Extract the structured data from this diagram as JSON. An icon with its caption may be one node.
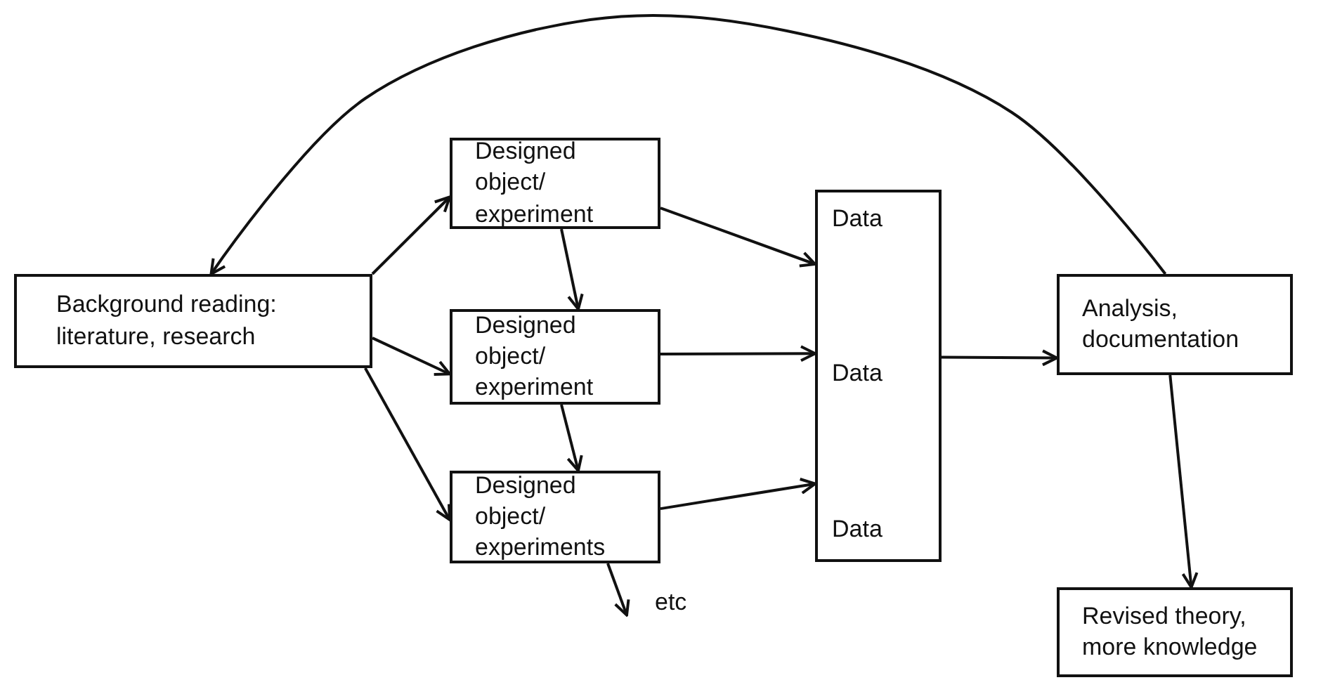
{
  "diagram": {
    "nodes": [
      {
        "text": [
          "Background reading: literature, research"
        ]
      },
      {
        "text": [
          "Designed object/ experiment"
        ]
      },
      {
        "text": [
          "Designed object/ experiment"
        ]
      },
      {
        "text": [
          "Designed object/ experiments"
        ]
      },
      {
        "text": [
          "Data",
          "Data",
          "Data"
        ]
      },
      {
        "text": [
          "Analysis, documentation"
        ]
      },
      {
        "text": [
          "Revised theory, more knowledge"
        ]
      },
      {
        "text": [
          "etc"
        ]
      }
    ],
    "edges": [
      {
        "from": 0,
        "to": 1,
        "arrow": "to"
      },
      {
        "from": 0,
        "to": 2,
        "arrow": "to"
      },
      {
        "from": 0,
        "to": 3,
        "arrow": "to"
      },
      {
        "from": 1,
        "to": 2,
        "arrow": "to"
      },
      {
        "from": 2,
        "to": 3,
        "arrow": "to"
      },
      {
        "from": 3,
        "to": 7,
        "arrow": "to"
      },
      {
        "from": 1,
        "to": 4,
        "arrow": "to"
      },
      {
        "from": 2,
        "to": 4,
        "arrow": "to"
      },
      {
        "from": 3,
        "to": 4,
        "arrow": "to"
      },
      {
        "from": 4,
        "to": 5,
        "arrow": "to"
      },
      {
        "from": 5,
        "to": 0,
        "arrow": "to"
      },
      {
        "from": 5,
        "to": 6,
        "arrow": "to"
      }
    ]
  }
}
